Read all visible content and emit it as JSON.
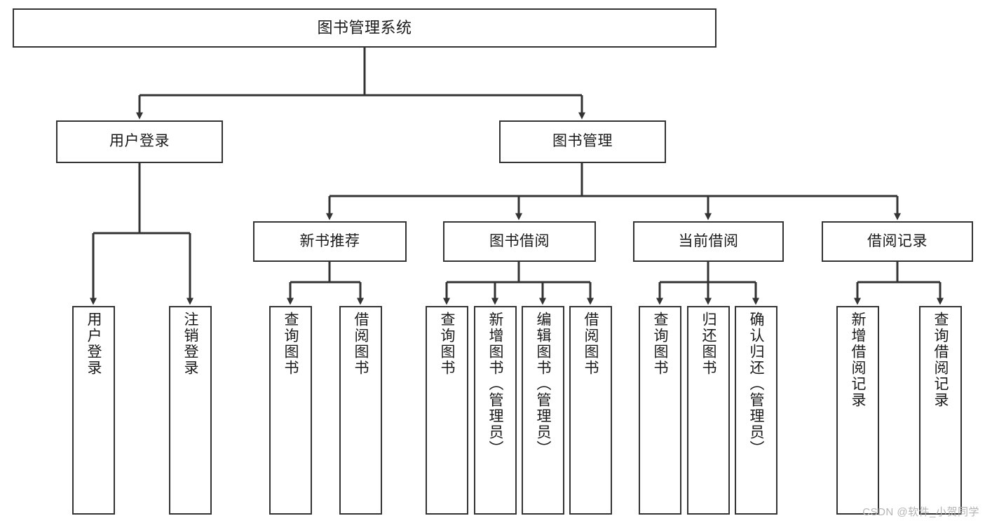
{
  "diagram": {
    "title": "图书管理系统",
    "type": "tree-hierarchy",
    "root": {
      "label": "图书管理系统"
    },
    "level2": [
      {
        "label": "用户登录"
      },
      {
        "label": "图书管理"
      }
    ],
    "level3": [
      {
        "label": "新书推荐"
      },
      {
        "label": "图书借阅"
      },
      {
        "label": "当前借阅"
      },
      {
        "label": "借阅记录"
      }
    ],
    "leaves": {
      "user_login": [
        {
          "label": "用户登录"
        },
        {
          "label": "注销登录"
        }
      ],
      "new_book_recommend": [
        {
          "label": "查询图书"
        },
        {
          "label": "借阅图书"
        }
      ],
      "book_borrow": [
        {
          "label": "查询图书"
        },
        {
          "label": "新增图书（管理员）"
        },
        {
          "label": "编辑图书（管理员）"
        },
        {
          "label": "借阅图书"
        }
      ],
      "current_borrow": [
        {
          "label": "查询图书"
        },
        {
          "label": "归还图书"
        },
        {
          "label": "确认归还（管理员）"
        }
      ],
      "borrow_record": [
        {
          "label": "新增借阅记录"
        },
        {
          "label": "查询借阅记录"
        }
      ]
    }
  },
  "watermark": {
    "text": "CSDN @软件_小贺同学"
  },
  "colors": {
    "stroke": "#333333",
    "background": "#ffffff",
    "text": "#1a1a1a",
    "watermark": "#b4b4b4"
  }
}
